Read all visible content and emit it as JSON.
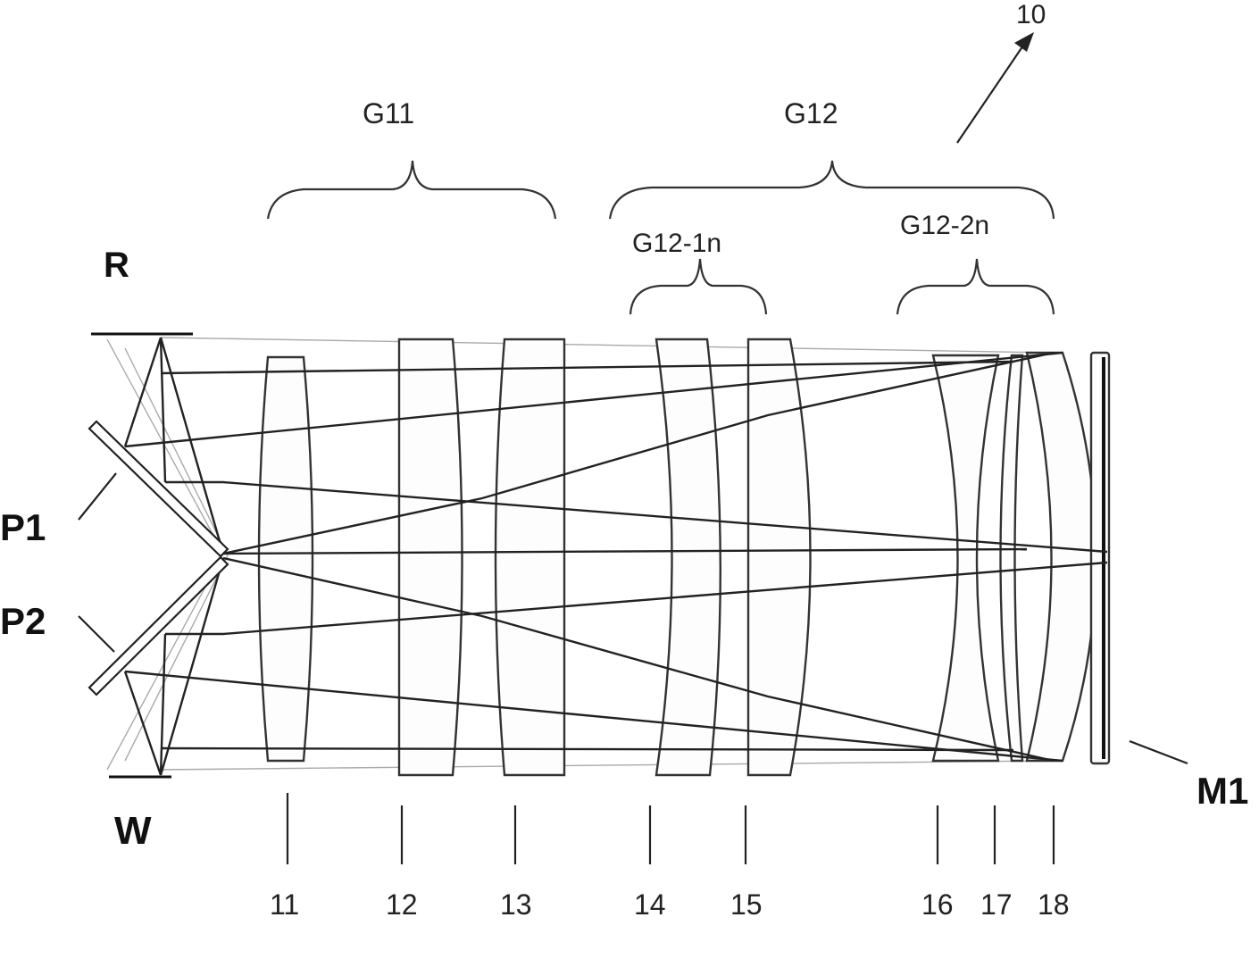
{
  "assembly_label": "10",
  "groups": {
    "g11": "G11",
    "g12": "G12",
    "g12_1n": "G12-1n",
    "g12_2n": "G12-2n"
  },
  "side_labels": {
    "reticle": "R",
    "wafer": "W",
    "prism1": "P1",
    "prism2": "P2",
    "mirror": "M1"
  },
  "element_labels": [
    "11",
    "12",
    "13",
    "14",
    "15",
    "16",
    "17",
    "18"
  ]
}
